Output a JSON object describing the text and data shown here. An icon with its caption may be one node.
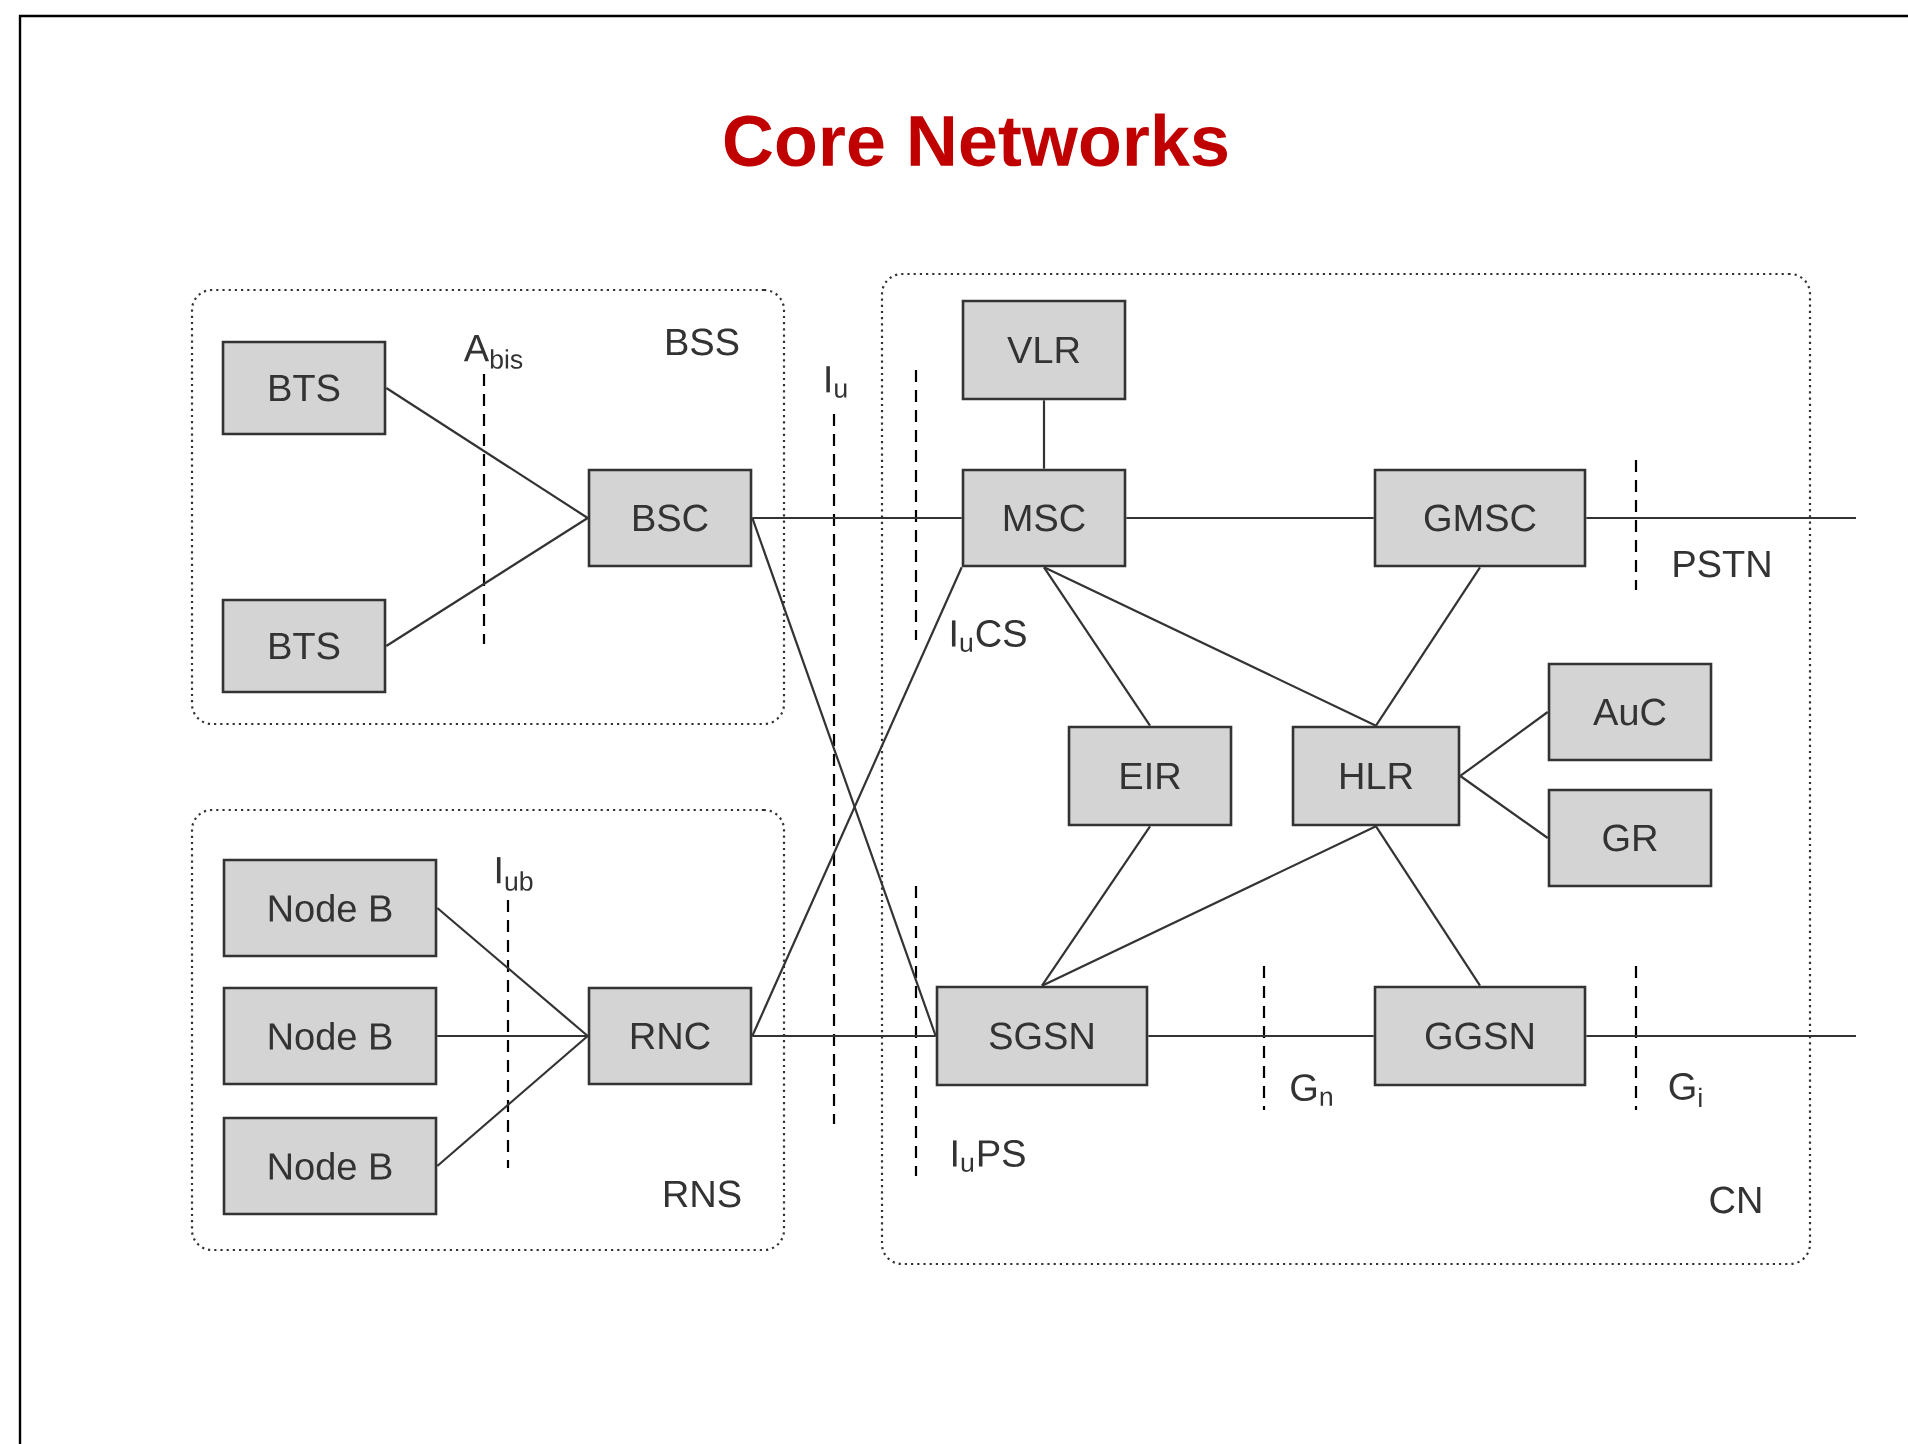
{
  "diagram": {
    "title": "Core Networks",
    "nodes": [
      {
        "text": [
          "BSS"
        ]
      },
      {
        "text": [
          "BTS"
        ],
        "in": 0
      },
      {
        "text": [
          "BTS"
        ],
        "in": 0
      },
      {
        "text": [
          "BSC"
        ],
        "in": 0
      },
      {
        "text": [
          "RNS"
        ]
      },
      {
        "text": [
          "Node B"
        ],
        "in": 4
      },
      {
        "text": [
          "Node B"
        ],
        "in": 4
      },
      {
        "text": [
          "Node B"
        ],
        "in": 4
      },
      {
        "text": [
          "RNC"
        ],
        "in": 4
      },
      {
        "text": [
          "CN"
        ]
      },
      {
        "text": [
          "VLR"
        ],
        "in": 9
      },
      {
        "text": [
          "MSC"
        ],
        "in": 9
      },
      {
        "text": [
          "GMSC"
        ],
        "in": 9
      },
      {
        "text": [
          "EIR"
        ],
        "in": 9
      },
      {
        "text": [
          "HLR"
        ],
        "in": 9
      },
      {
        "text": [
          "AuC"
        ],
        "in": 9
      },
      {
        "text": [
          "GR"
        ],
        "in": 9
      },
      {
        "text": [
          "SGSN"
        ],
        "in": 9
      },
      {
        "text": [
          "GGSN"
        ],
        "in": 9
      }
    ],
    "edges": [
      {
        "from": 1,
        "to": 3,
        "arrow": "none"
      },
      {
        "from": 2,
        "to": 3,
        "arrow": "none"
      },
      {
        "from": 3,
        "to": 11,
        "arrow": "none"
      },
      {
        "from": 3,
        "to": 17,
        "arrow": "none"
      },
      {
        "from": 5,
        "to": 8,
        "arrow": "none"
      },
      {
        "from": 6,
        "to": 8,
        "arrow": "none"
      },
      {
        "from": 7,
        "to": 8,
        "arrow": "none"
      },
      {
        "from": 8,
        "to": 11,
        "arrow": "none"
      },
      {
        "from": 8,
        "to": 17,
        "arrow": "none"
      },
      {
        "from": 10,
        "to": 11,
        "arrow": "none"
      },
      {
        "from": 11,
        "to": 12,
        "arrow": "none"
      },
      {
        "from": 12,
        "to": null,
        "arrow": "none"
      },
      {
        "from": 11,
        "to": 13,
        "arrow": "none"
      },
      {
        "from": 11,
        "to": 14,
        "arrow": "none"
      },
      {
        "from": 12,
        "to": 14,
        "arrow": "none"
      },
      {
        "from": 14,
        "to": 15,
        "arrow": "none"
      },
      {
        "from": 14,
        "to": 16,
        "arrow": "none"
      },
      {
        "from": 13,
        "to": 17,
        "arrow": "none"
      },
      {
        "from": 14,
        "to": 17,
        "arrow": "none"
      },
      {
        "from": 14,
        "to": 18,
        "arrow": "none"
      },
      {
        "from": 17,
        "to": 18,
        "arrow": "none"
      },
      {
        "from": 18,
        "to": null,
        "arrow": "none"
      }
    ],
    "labels": [
      "A$_{bis}$",
      "I$_{u}$",
      "I$_{u}$CS",
      "PSTN",
      "I$_{ub}$",
      "G$_{n}$",
      "G$_{i}$",
      "I$_{u}$PS"
    ]
  }
}
